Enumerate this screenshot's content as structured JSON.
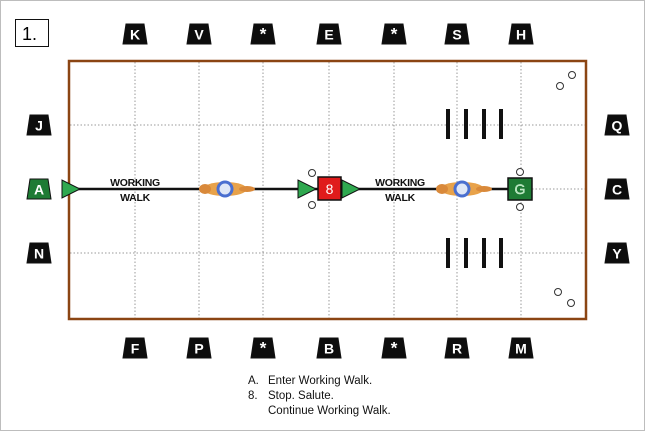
{
  "diagram_number": "1.",
  "letters": {
    "top": [
      "K",
      "V",
      "*",
      "E",
      "*",
      "S",
      "H"
    ],
    "bottom": [
      "F",
      "P",
      "*",
      "B",
      "*",
      "R",
      "M"
    ],
    "left": [
      "J",
      "A",
      "N"
    ],
    "right": [
      "Q",
      "C",
      "Y"
    ]
  },
  "colors": {
    "arena_border": "#8b4513",
    "grid": "#9a9a9a",
    "marker_fill": "#0d0d0d",
    "marker_A_fill": "#1e7b34",
    "track_arrow": "#2fa84f",
    "stop_marker": "#e01b1b",
    "end_marker": "#1e7b34",
    "horse_body": "#e8a24a"
  },
  "path": {
    "label_1": [
      "WORKING",
      "WALK"
    ],
    "label_2": [
      "WORKING",
      "WALK"
    ],
    "stop_number": "8",
    "end_letter": "G"
  },
  "icons": [
    "horse-icon",
    "arrow-icon",
    "cone-icon",
    "pole-icon"
  ],
  "notes": [
    {
      "key": "A.",
      "text": "Enter Working Walk."
    },
    {
      "key": "8.",
      "text": "Stop. Salute."
    },
    {
      "key": "",
      "text": "Continue Working Walk."
    }
  ]
}
